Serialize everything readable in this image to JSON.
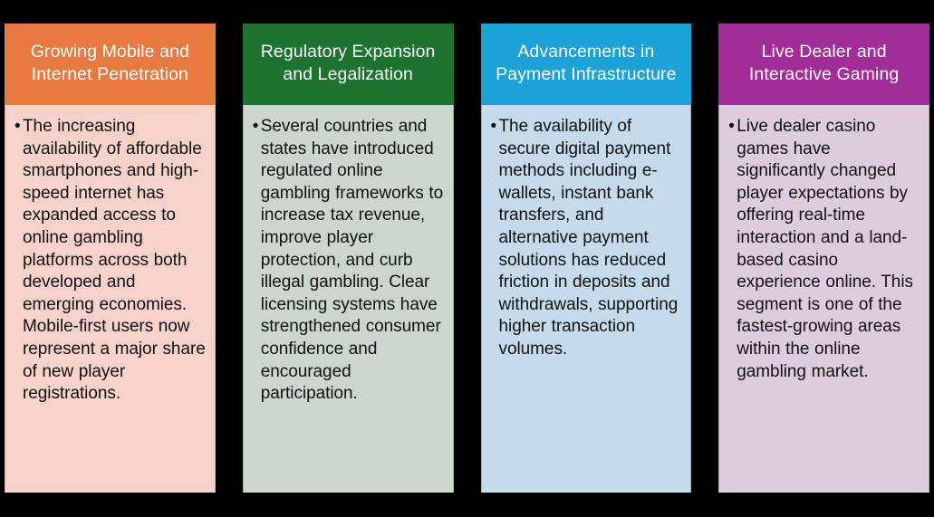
{
  "background_color": "#000000",
  "layout": {
    "type": "four-column-comparison",
    "card_count": 4
  },
  "cards": [
    {
      "id": "growing-mobile-internet-penetration",
      "header": "Growing Mobile and Internet Penetration",
      "header_color": "#E87A41",
      "body_color": "#F6D2CB",
      "text_color": "#111111",
      "header_text_color": "#FFFFFF",
      "bullet_marker": "•",
      "body": "The increasing availability of affordable smartphones and high-speed internet has expanded access to online gambling platforms across both developed and emerging economies. Mobile-first users now represent a major share of new player registrations."
    },
    {
      "id": "regulatory-expansion-and-legalization",
      "header": "Regulatory Expansion and Legalization",
      "header_color": "#1C7430",
      "body_color": "#CDD6CC",
      "text_color": "#111111",
      "header_text_color": "#FFFFFF",
      "bullet_marker": "•",
      "body": "Several countries and states have introduced regulated online gambling frameworks to increase tax revenue, improve player protection, and curb illegal gambling. Clear licensing systems have strengthened consumer confidence and encouraged participation."
    },
    {
      "id": "advancements-in-payment-infrastructure",
      "header": "Advancements in Payment Infrastructure",
      "header_color": "#1CA2D8",
      "body_color": "#C5DAEA",
      "text_color": "#111111",
      "header_text_color": "#FFFFFF",
      "bullet_marker": "•",
      "body": "The availability of secure digital payment methods including e-wallets, instant bank transfers, and alternative payment solutions has reduced friction in deposits and withdrawals, supporting higher transaction volumes."
    },
    {
      "id": "live-dealer-and-interactive-gaming",
      "header": "Live Dealer and Interactive Gaming",
      "header_color": "#A32C9B",
      "body_color": "#DDCCDE",
      "text_color": "#111111",
      "header_text_color": "#FFFFFF",
      "bullet_marker": "•",
      "body": "Live dealer casino games have significantly changed player expectations by offering real-time interaction and a land-based casino experience online. This segment is one of the fastest-growing areas within the online gambling market."
    }
  ]
}
